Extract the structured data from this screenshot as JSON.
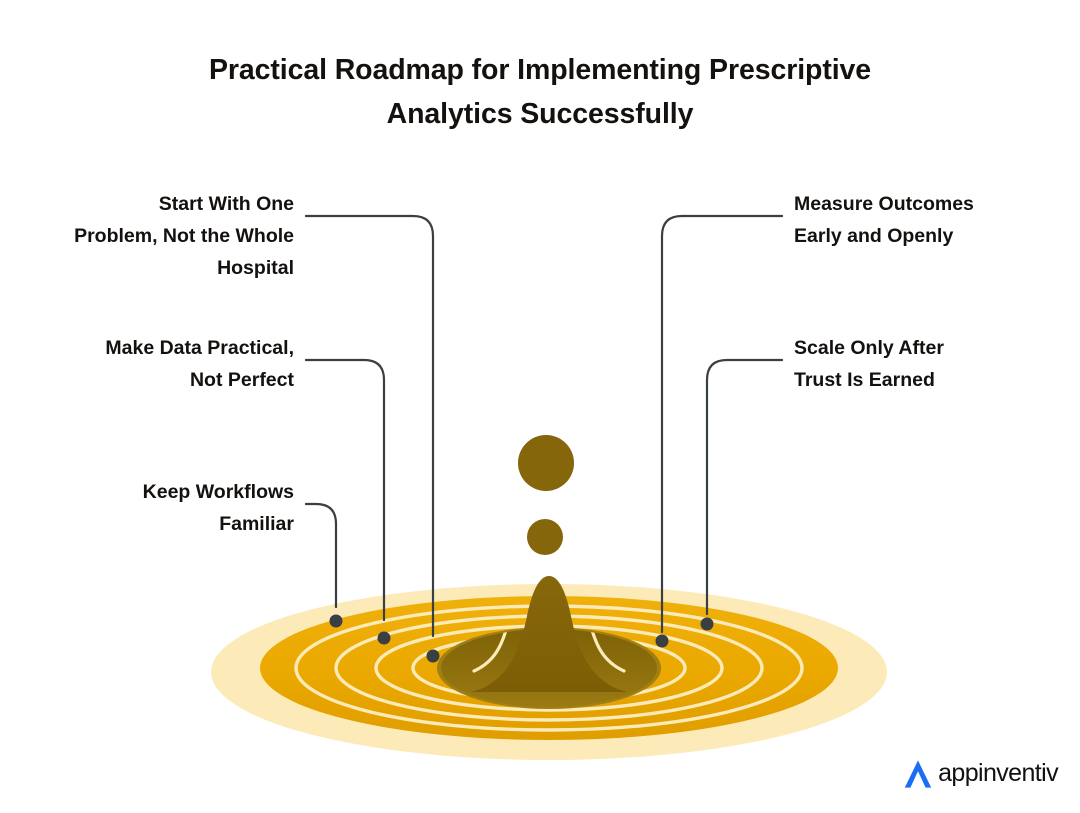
{
  "title": {
    "line1": "Practical Roadmap for Implementing Prescriptive",
    "line2": "Analytics Successfully"
  },
  "callouts": [
    {
      "id": "start-with-one-problem",
      "side": "left",
      "text": "Start With One\nProblem, Not the Whole\nHospital"
    },
    {
      "id": "make-data-practical",
      "side": "left",
      "text": "Make Data Practical,\nNot Perfect"
    },
    {
      "id": "keep-workflows-familiar",
      "side": "left",
      "text": "Keep Workflows\nFamiliar"
    },
    {
      "id": "measure-outcomes-early",
      "side": "right",
      "text": "Measure Outcomes\nEarly and Openly"
    },
    {
      "id": "scale-only-after-trust",
      "side": "right",
      "text": "Scale Only After\nTrust Is Earned"
    }
  ],
  "logo": {
    "wordmark": "appinventiv",
    "mark_color": "#1B6EF3"
  },
  "colors": {
    "background": "#FFFFFF",
    "text": "#14110E",
    "ripple_outer": "#FCEBB8",
    "ripple_gold": "#EAA800",
    "ripple_gold_deep": "#E09D00",
    "ripple_line": "#FCEBB8",
    "crater": "#8A6A0C",
    "crater_rim": "#9B7807",
    "droplet": "#86660A",
    "leader_line": "#3A3F44"
  },
  "chart_data": {
    "type": "diagram",
    "subtype": "ripple-callout-infographic",
    "title": "Practical Roadmap for Implementing Prescriptive Analytics Successfully",
    "center_motif": "water ripple with splash column and two rising droplets",
    "callout_count": 5,
    "callout_labels": [
      "Start With One Problem, Not the Whole Hospital",
      "Make Data Practical, Not Perfect",
      "Keep Workflows Familiar",
      "Measure Outcomes Early and Openly",
      "Scale Only After Trust Is Earned"
    ],
    "ripple_rings": 5,
    "droplets": 2
  }
}
